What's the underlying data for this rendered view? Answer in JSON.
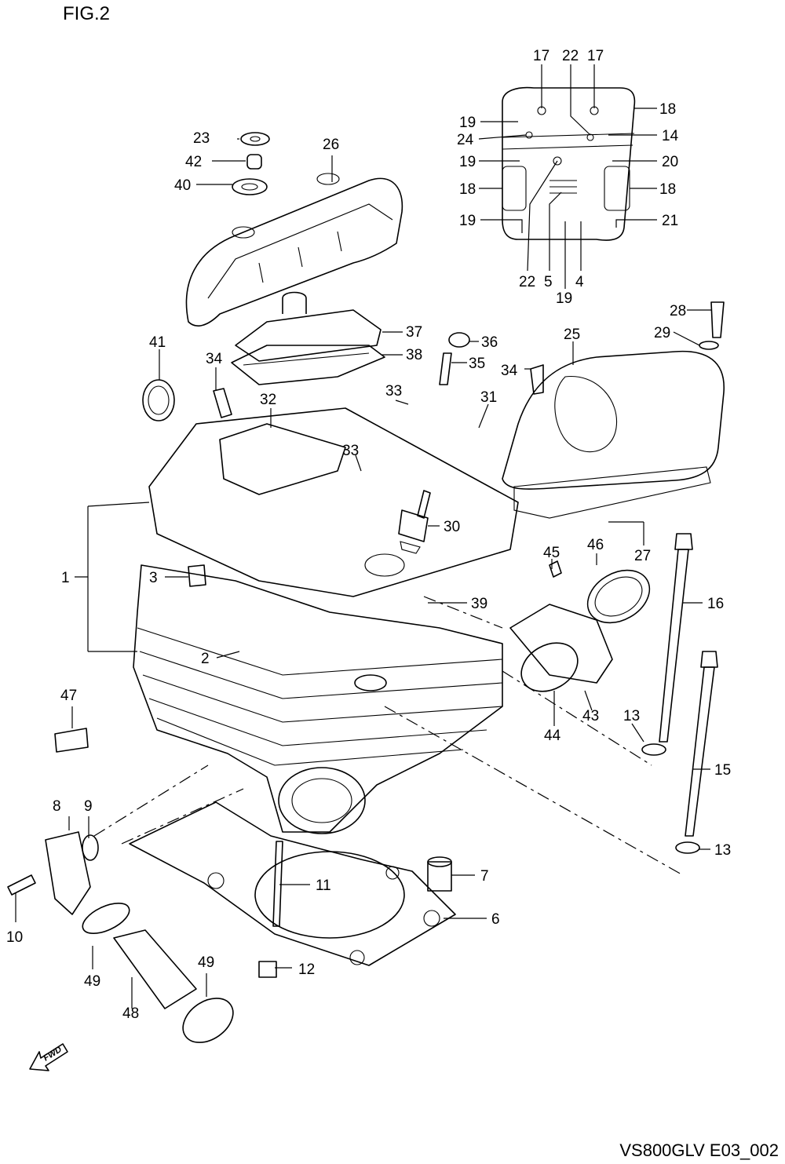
{
  "figure_label": "FIG.2",
  "footer_code": "VS800GLV E03_002",
  "direction_marker": "FWD",
  "callouts": [
    "1",
    "2",
    "3",
    "4",
    "5",
    "6",
    "7",
    "8",
    "9",
    "10",
    "11",
    "12",
    "13",
    "13",
    "14",
    "15",
    "16",
    "17",
    "17",
    "18",
    "18",
    "18",
    "19",
    "19",
    "19",
    "19",
    "20",
    "21",
    "22",
    "22",
    "23",
    "24",
    "25",
    "26",
    "27",
    "28",
    "29",
    "30",
    "31",
    "32",
    "33",
    "33",
    "34",
    "34",
    "35",
    "36",
    "37",
    "38",
    "39",
    "40",
    "41",
    "42",
    "43",
    "44",
    "45",
    "46",
    "47",
    "48",
    "49",
    "49"
  ]
}
